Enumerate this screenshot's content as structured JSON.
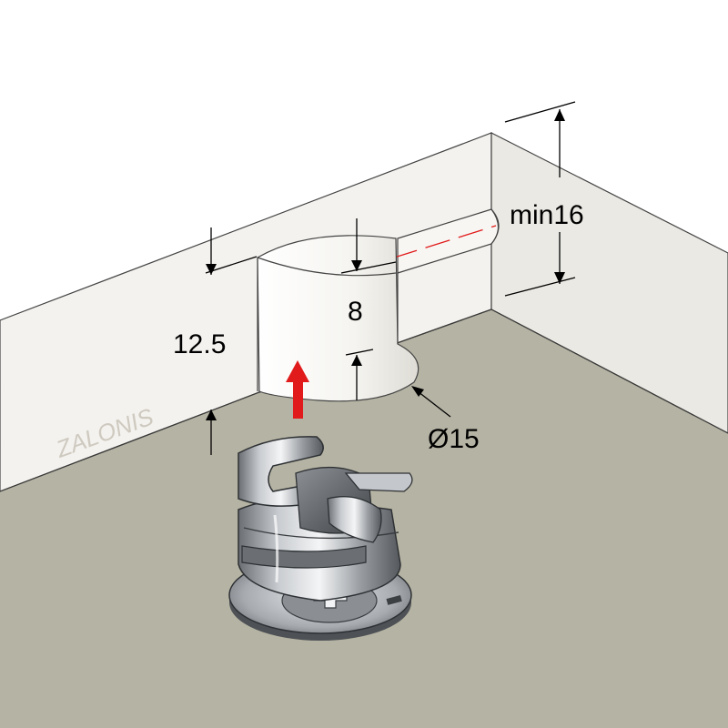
{
  "dimensions": {
    "panel_thickness_label": "min16",
    "drill_depth_label": "12.5",
    "cam_height_label": "8",
    "hole_diameter_label": "Ø15"
  },
  "watermark": {
    "text": "ZALONIS"
  },
  "colors": {
    "panel_face": "#f3f2ee",
    "panel_edge": "#e3e1db",
    "base_board": "#b5b3a3",
    "arrow": "#e11b1b",
    "hole_centerline": "#e11b1b"
  }
}
